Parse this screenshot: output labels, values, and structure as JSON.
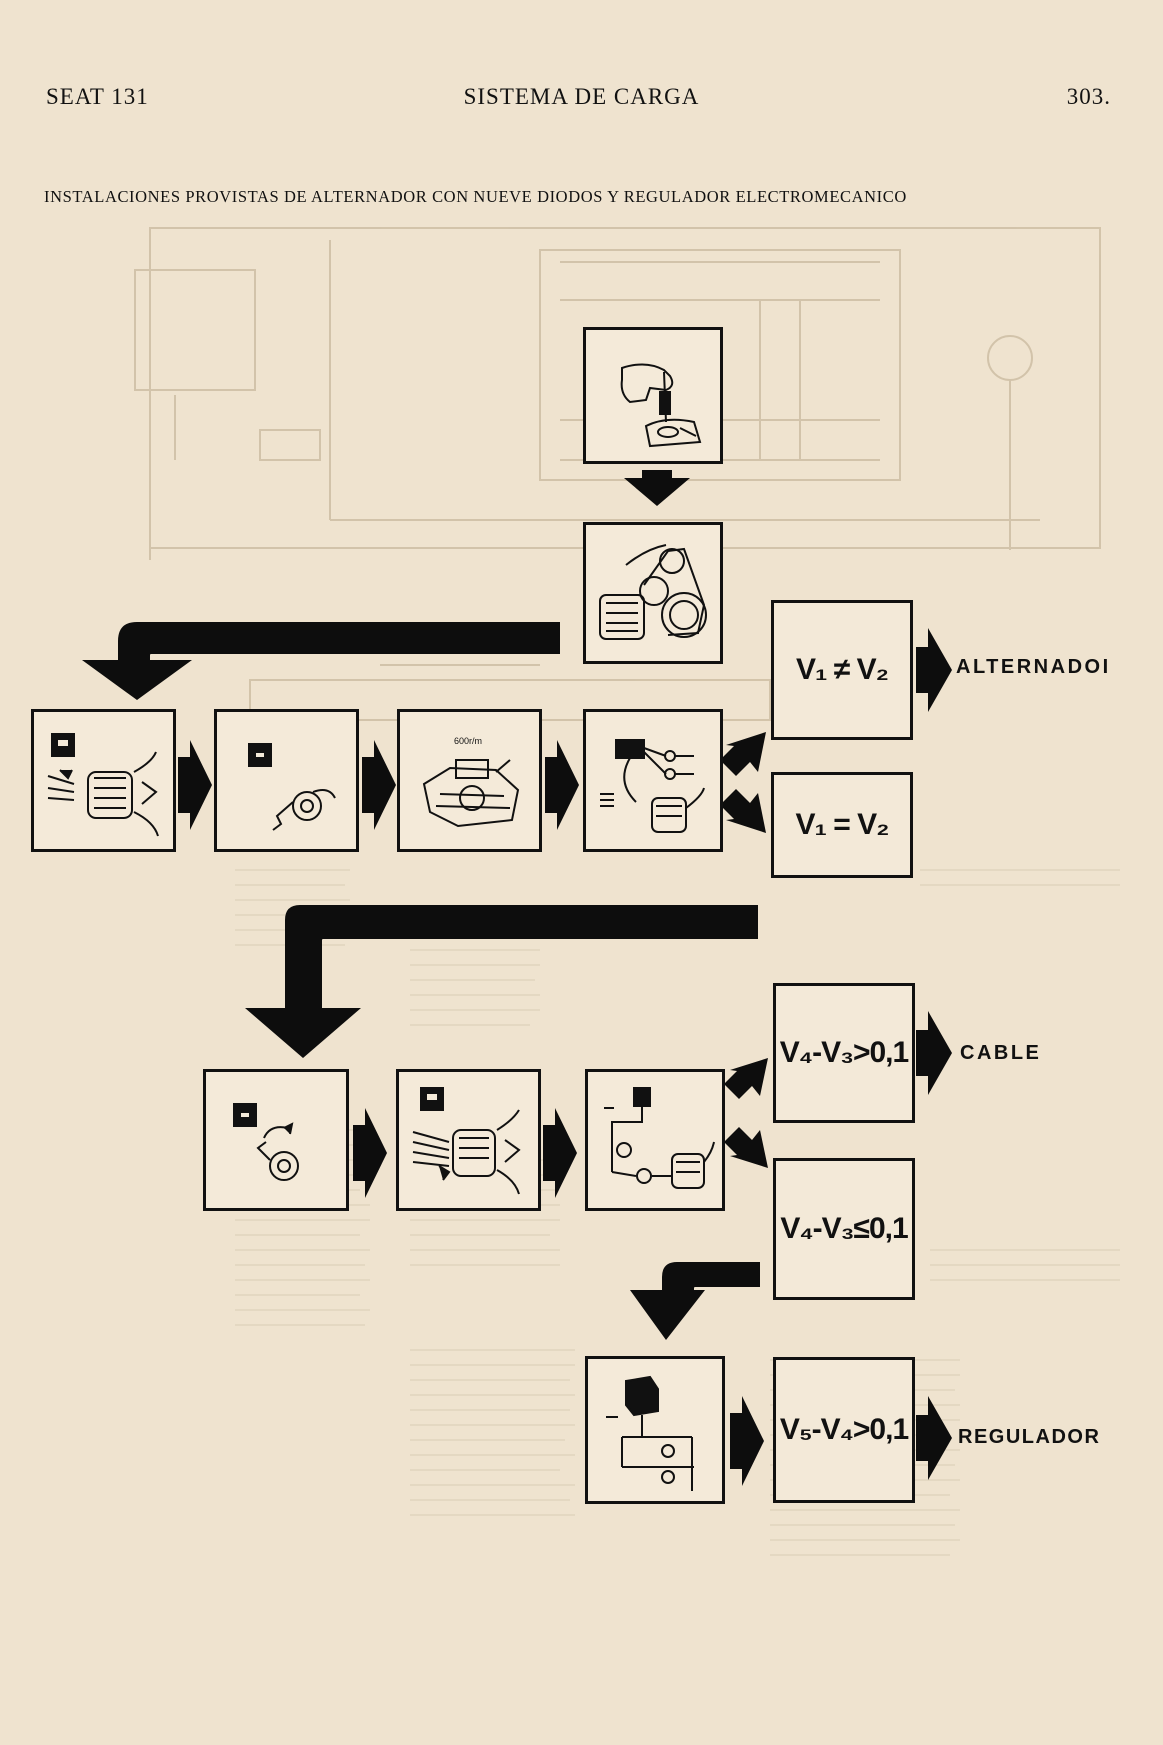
{
  "header": {
    "left": "SEAT 131",
    "center": "SISTEMA DE CARGA",
    "right": "303."
  },
  "subtitle": "INSTALACIONES PROVISTAS DE ALTERNADOR CON NUEVE DIODOS Y REGULADOR ELECTROMECANICO",
  "results": [
    {
      "text": "V₁ ≠ V₂"
    },
    {
      "text": "V₁ = V₂"
    },
    {
      "text": "V₄-V₃>0,1"
    },
    {
      "text": "V₄-V₃≤0,1"
    },
    {
      "text": "V₅-V₄>0,1"
    }
  ],
  "outcomes": {
    "alternator": "ALTERNADOI",
    "cable": "CABLE",
    "regulator": "REGULADOR"
  },
  "step_labels": {
    "rpm": "600r/m"
  }
}
